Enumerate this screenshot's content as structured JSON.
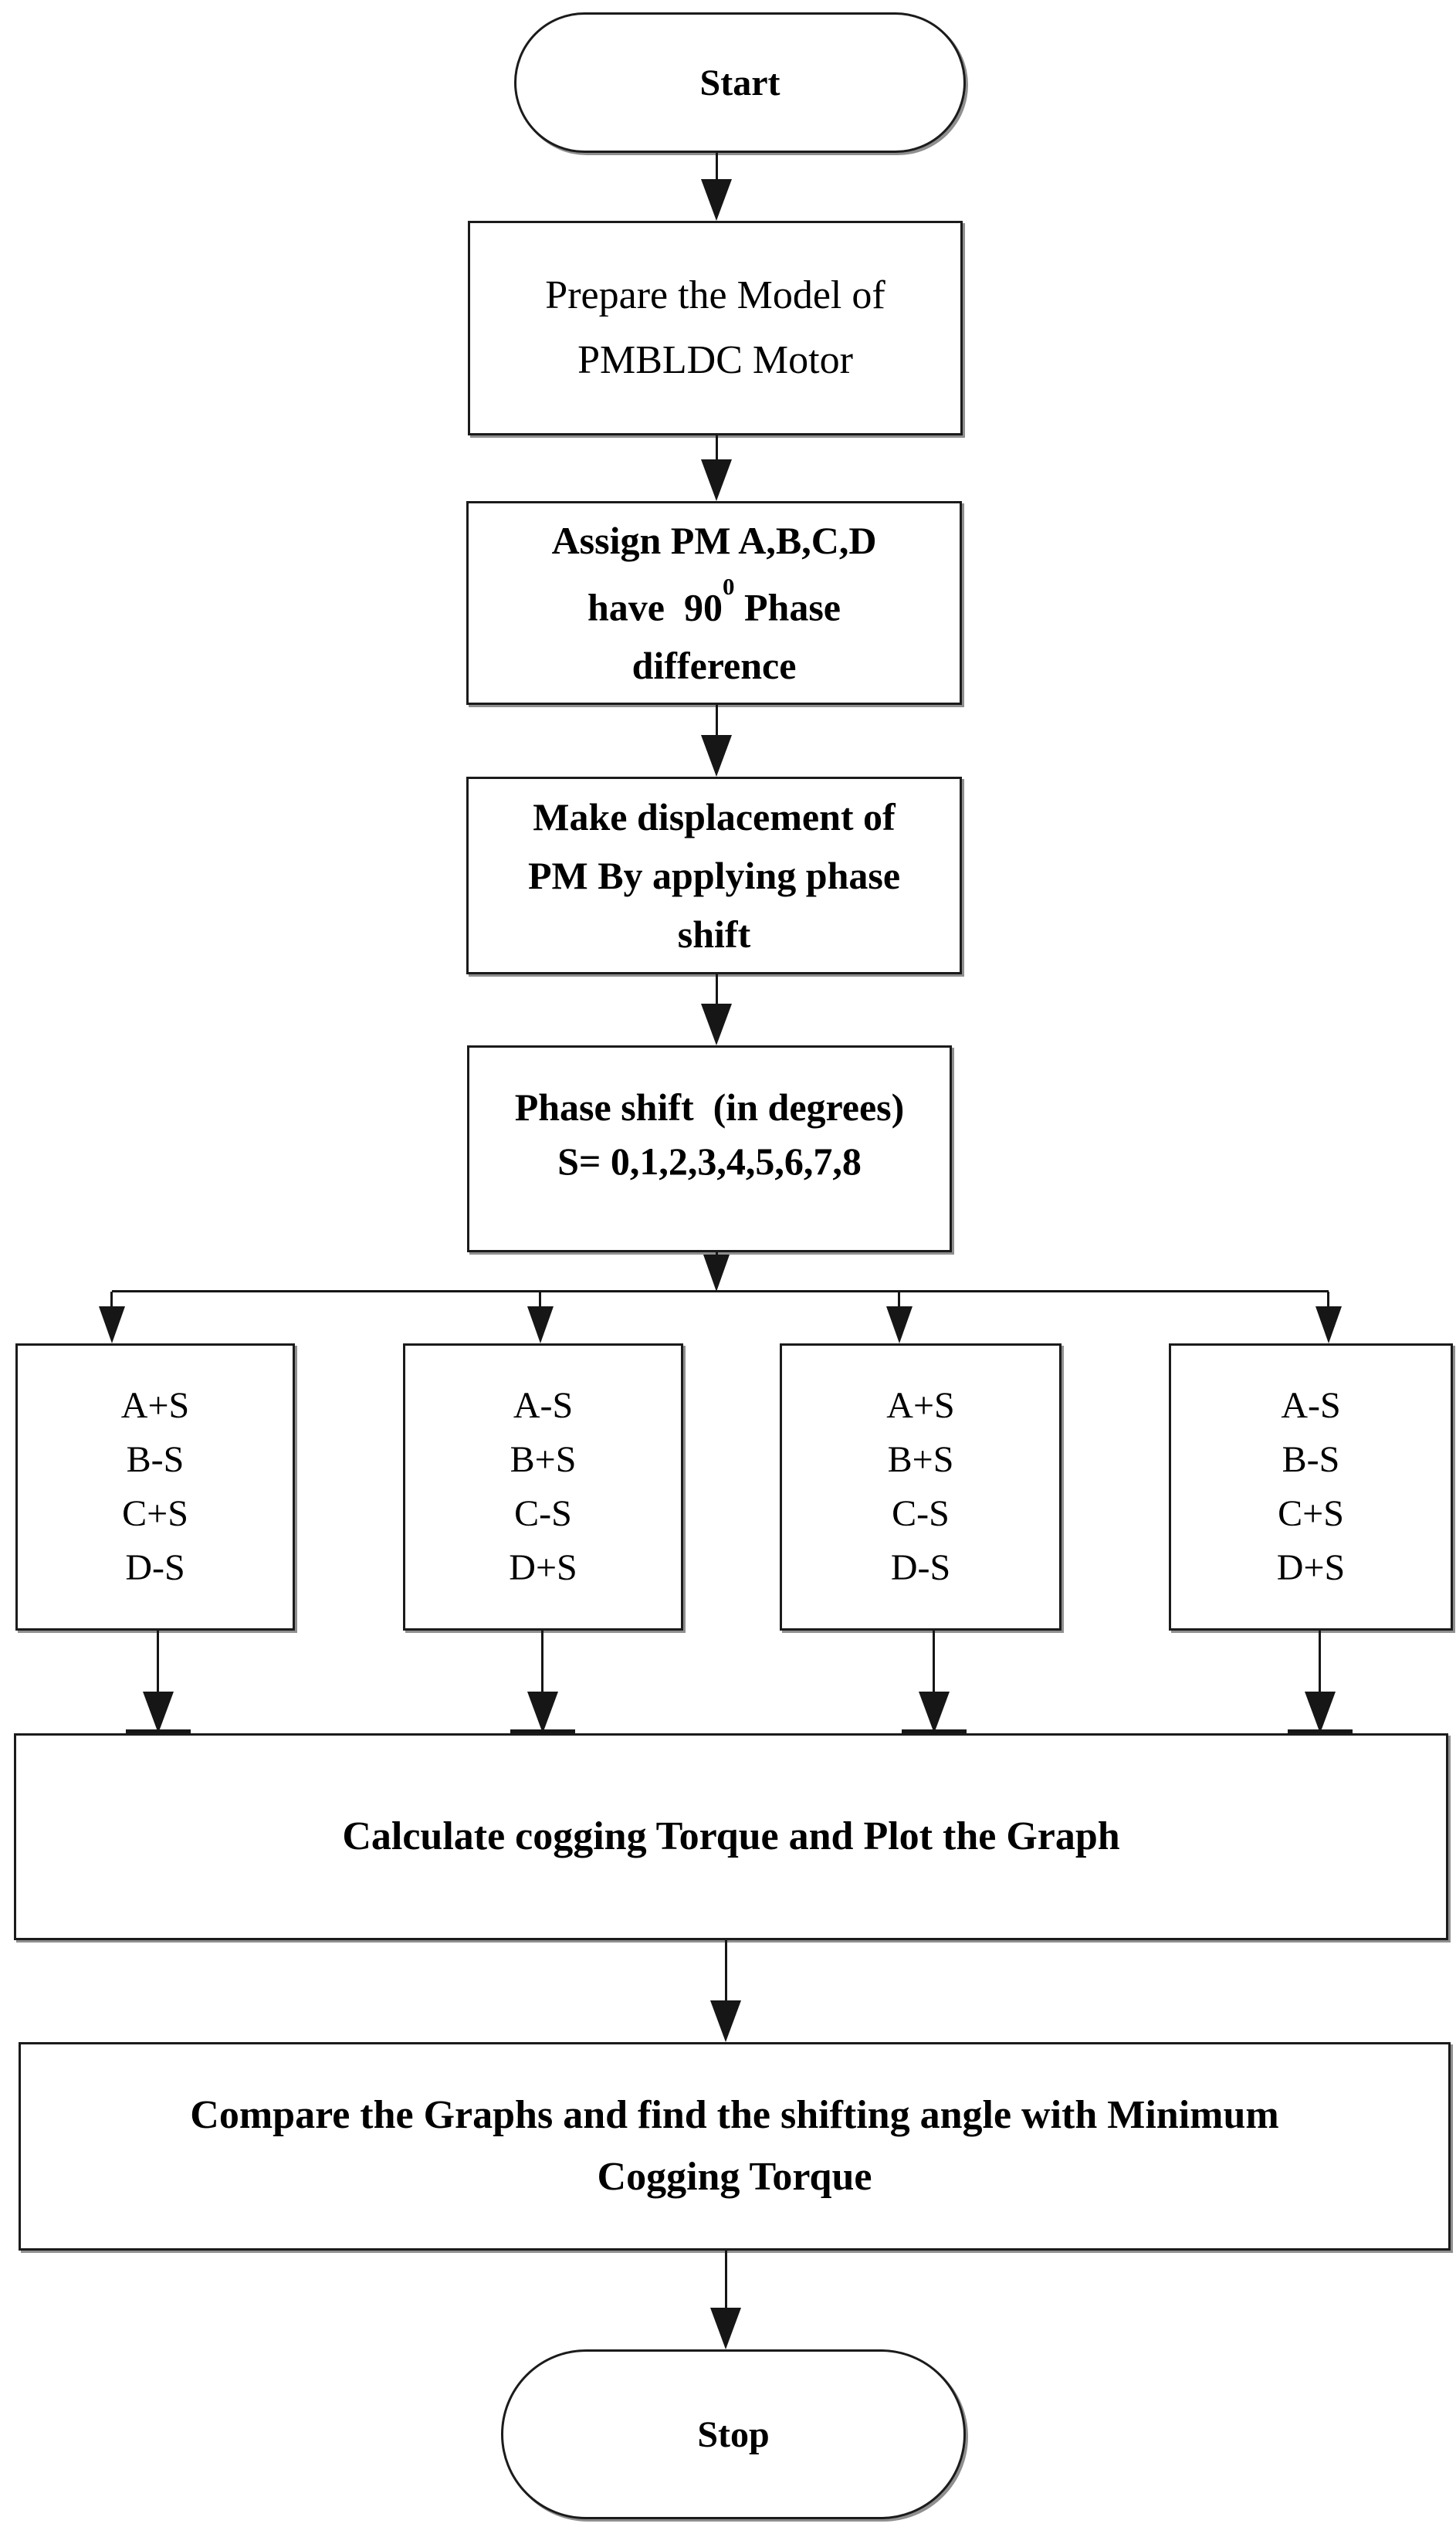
{
  "flowchart": {
    "start": {
      "label": "Start"
    },
    "prepare": {
      "line1": "Prepare the Model of",
      "line2": "PMBLDC Motor"
    },
    "assign": {
      "line1": "Assign PM A,B,C,D",
      "line2_pre": "have  90",
      "line2_sup": "0",
      "line2_post": " Phase",
      "line3": "difference"
    },
    "displace": {
      "line1": "Make displacement of",
      "line2": "PM By applying phase",
      "line3": "shift"
    },
    "phase_shift": {
      "line1": "Phase shift  (in degrees)",
      "line2": "S= 0,1,2,3,4,5,6,7,8"
    },
    "branches": [
      {
        "lines": [
          "A+S",
          "B-S",
          "C+S",
          "D-S"
        ]
      },
      {
        "lines": [
          "A-S",
          "B+S",
          "C-S",
          "D+S"
        ]
      },
      {
        "lines": [
          "A+S",
          "B+S",
          "C-S",
          "D-S"
        ]
      },
      {
        "lines": [
          "A-S",
          "B-S",
          "C+S",
          "D+S"
        ]
      }
    ],
    "calculate": {
      "label": "Calculate cogging Torque and Plot the Graph"
    },
    "compare": {
      "line1": "Compare the Graphs and find the shifting angle with Minimum",
      "line2": "Cogging Torque"
    },
    "stop": {
      "label": "Stop"
    }
  },
  "colors": {
    "background": "#ffffff",
    "line": "#161616",
    "border": "#1b1b1b",
    "shadow": "#8f8f8f",
    "text": "#000000"
  }
}
